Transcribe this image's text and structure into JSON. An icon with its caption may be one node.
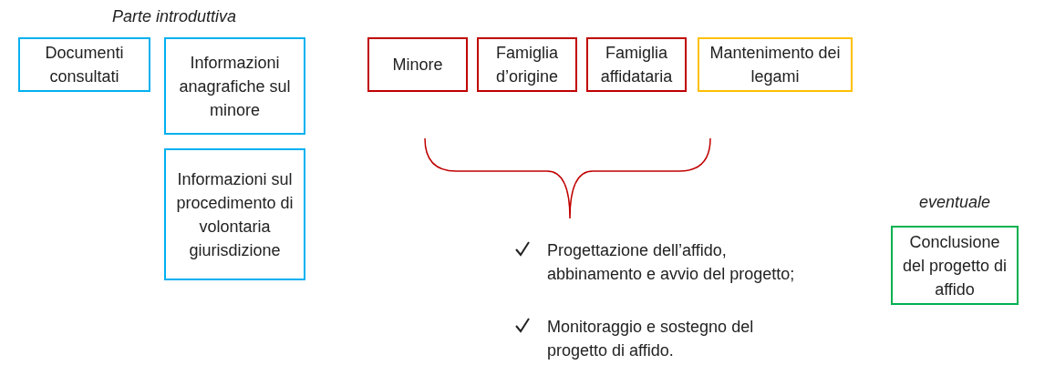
{
  "diagram": {
    "nodes": [
      {
        "text": [
          "Documenti consultati"
        ]
      },
      {
        "text": [
          "Informazioni anagrafiche sul minore"
        ]
      },
      {
        "text": [
          "Minore"
        ]
      },
      {
        "text": [
          "Famiglia d’origine"
        ]
      },
      {
        "text": [
          "Famiglia affidataria"
        ]
      },
      {
        "text": [
          "Mantenimento dei legami"
        ]
      },
      {
        "text": [
          "Informazioni sul procedimento di volontaria giurisdizione"
        ]
      },
      {
        "text": [
          "Conclusione del progetto di affido"
        ],
        "beside": [
          "eventuale"
        ]
      }
    ],
    "labels": [
      "Parte introduttiva",
      "Progettazione dell’affido, abbinamento e avvio del progetto;",
      "Monitoraggio e sostegno del progetto di affido."
    ]
  }
}
